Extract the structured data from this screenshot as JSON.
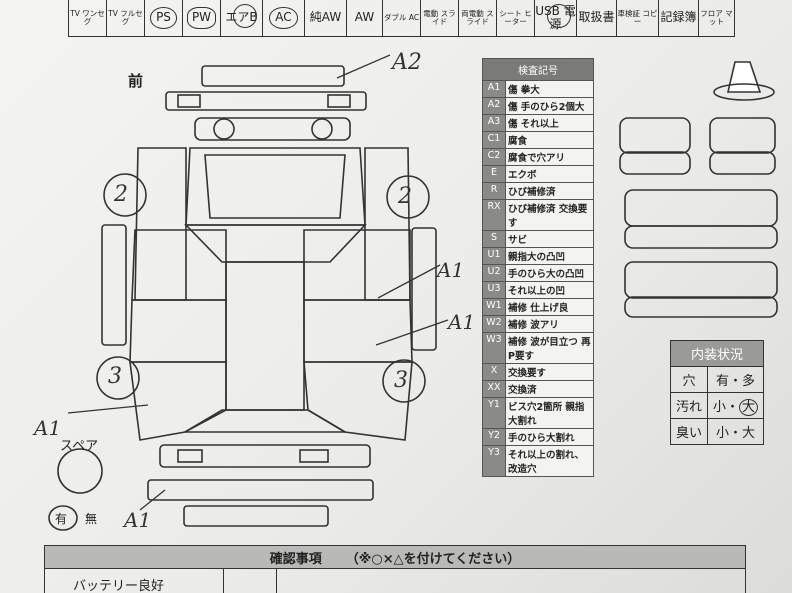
{
  "equipment": [
    {
      "label": "TV ワンセグ",
      "style": "small"
    },
    {
      "label": "TV フルセグ",
      "style": "small"
    },
    {
      "label": "PS",
      "style": "circle"
    },
    {
      "label": "PW",
      "style": "hex"
    },
    {
      "label": "エアB",
      "style": "ring"
    },
    {
      "label": "AC",
      "style": "circle"
    },
    {
      "label": "純AW",
      "style": "plain"
    },
    {
      "label": "AW",
      "style": "plain"
    },
    {
      "label": "ダブル AC",
      "style": "small"
    },
    {
      "label": "電動 スライド",
      "style": "small"
    },
    {
      "label": "両電動 スライド",
      "style": "small"
    },
    {
      "label": "シート ヒーター",
      "style": "small"
    },
    {
      "label": "USB 電源",
      "style": "ring"
    },
    {
      "label": "取扱書",
      "style": "plain"
    },
    {
      "label": "車検証 コピー",
      "style": "small"
    },
    {
      "label": "記録簿",
      "style": "plain"
    },
    {
      "label": "フロア マット",
      "style": "small"
    }
  ],
  "diagram": {
    "front_label": "前",
    "spare_label": "スペア",
    "presence_yes": "有",
    "presence_no": "無",
    "annotations": {
      "front_bumper": "A2",
      "left_front_wheel": "2",
      "right_front_wheel": "2",
      "left_rear_wheel": "3",
      "right_rear_wheel": "3",
      "right_front_door": "A1",
      "right_rear_door": "A1",
      "left_rear_quarter": "A1",
      "rear_bumper": "A1"
    }
  },
  "codes_table": {
    "title": "検査記号",
    "rows": [
      {
        "code": "A1",
        "desc": "傷 拳大"
      },
      {
        "code": "A2",
        "desc": "傷 手のひら2個大"
      },
      {
        "code": "A3",
        "desc": "傷 それ以上"
      },
      {
        "code": "C1",
        "desc": "腐食"
      },
      {
        "code": "C2",
        "desc": "腐食で穴アリ"
      },
      {
        "code": "E",
        "desc": "エクボ"
      },
      {
        "code": "R",
        "desc": "ひび補修済"
      },
      {
        "code": "RX",
        "desc": "ひび補修済 交換要す"
      },
      {
        "code": "S",
        "desc": "サビ"
      },
      {
        "code": "U1",
        "desc": "親指大の凸凹"
      },
      {
        "code": "U2",
        "desc": "手のひら大の凸凹"
      },
      {
        "code": "U3",
        "desc": "それ以上の凹"
      },
      {
        "code": "W1",
        "desc": "補修 仕上げ良"
      },
      {
        "code": "W2",
        "desc": "補修 波アリ"
      },
      {
        "code": "W3",
        "desc": "補修 波が目立つ 再P要す"
      },
      {
        "code": "X",
        "desc": "交換要す"
      },
      {
        "code": "XX",
        "desc": "交換済"
      },
      {
        "code": "Y1",
        "desc": "ビス穴2箇所 親指大割れ"
      },
      {
        "code": "Y2",
        "desc": "手のひら大割れ"
      },
      {
        "code": "Y3",
        "desc": "それ以上の割れ、改造穴"
      }
    ]
  },
  "interior": {
    "title": "内装状況",
    "rows": [
      {
        "label": "穴",
        "options": "有・多"
      },
      {
        "label": "汚れ",
        "options": "小・大",
        "marked": "大"
      },
      {
        "label": "臭い",
        "options": "小・大"
      }
    ]
  },
  "confirm": {
    "title": "確認事項",
    "note": "（※○×△を付けてください）",
    "first_item": "バッテリー良好"
  }
}
